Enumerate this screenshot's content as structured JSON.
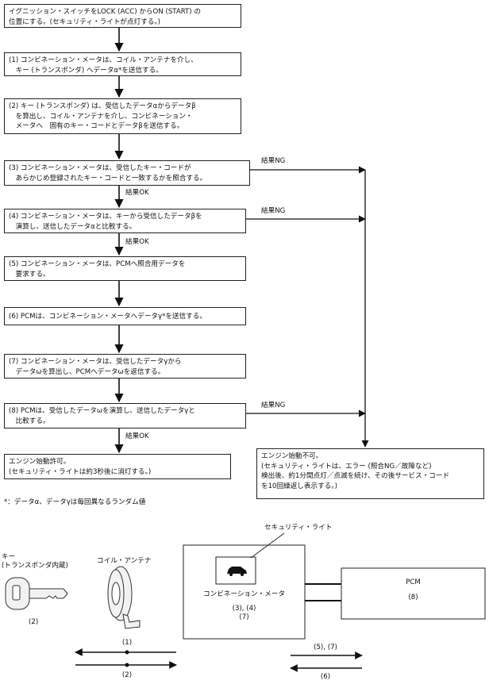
{
  "flow": {
    "start": "イグニッション・スイッチをLOCK (ACC) からON (START) の\n位置にする。(セキュリティ・ライトが点灯する。)",
    "step1": "(1) コンビネーション・メータは、コイル・アンテナを介し、\n　キー (トランスポンダ) へデータα*を送信する。",
    "step2": "(2) キー (トランスポンダ) は、受信したデータαからデータβ\n　を算出し、コイル・アンテナを介し、コンビネーション・\n　メータへ　固有のキー・コードとデータβを送信する。",
    "step3": "(3) コンビネーション・メータは、受信したキー・コードが\n　あらかじめ登録されたキー・コードと一致するかを照合する。",
    "step4": "(4) コンビネーション・メータは、キーから受信したデータβを\n　演算し、送信したデータαと比較する。",
    "step5": "(5) コンビネーション・メータは、PCMへ照合用データを\n　要求する。",
    "step6": "(6) PCMは、コンビネーション・メータへデータγ*を送信する。",
    "step7": "(7) コンビネーション・メータは、受信したデータγから\n　データωを算出し、PCMへデータωを返信する。",
    "step8": "(8) PCMは、受信したデータωを演算し、送信したデータγと\n　比較する。",
    "ok_label": "結果OK",
    "ng_label": "結果NG",
    "end_ok": "エンジン始動許可。\n(セキュリティ・ライトは約3秒後に消灯する。)",
    "end_ng": "エンジン始動不可。\n(セキュリティ・ライトは、エラー (照合NG／故障など)\n検出後、約1分間点灯／点滅を続け、その後サービス・コード\nを10回繰返し表示する。)",
    "footnote": "*：データα、データγは毎回異なるランダム値"
  },
  "system": {
    "key_label": "キー\n(トランスポンダ内蔵)",
    "key_num": "(2)",
    "coil_label": "コイル・アンテナ",
    "security_light_label": "セキュリティ・ライト",
    "meter_label": "コンビネーション・メータ",
    "meter_steps": "(3), (4)\n(7)",
    "pcm_label": "PCM",
    "pcm_step": "(8)",
    "arrow1_label": "(1)",
    "arrow2_label": "(2)",
    "arrow57_label": "(5), (7)",
    "arrow6_label": "(6)"
  }
}
